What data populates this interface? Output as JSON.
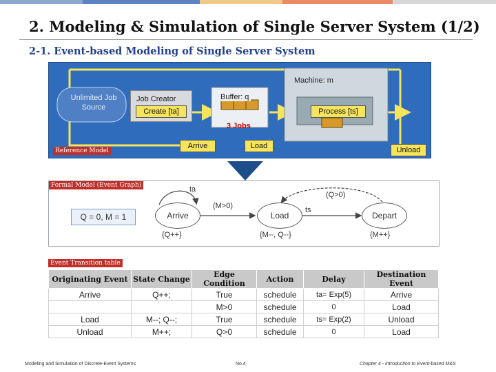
{
  "colors": {
    "topbar": [
      "#8aa8d0",
      "#5b84c0",
      "#f0c88a",
      "#e88a6a",
      "#d7d7d7"
    ],
    "subtitle": "#1f3f8f",
    "tag_background": "#c0302a",
    "reference_model_background": "#2f6cbc",
    "table_header": "#c9c9c9"
  },
  "slide": {
    "title": "2. Modeling & Simulation of Single Server System (1/2)",
    "subtitle": "2-1. Event-based Modeling of Single Server System"
  },
  "reference_model": {
    "tag": "Reference Model",
    "source": "Unlimited Job Source",
    "creator": "Job Creator",
    "create": "Create [ta]",
    "buffer": "Buffer: q",
    "jobs": "3 Jobs",
    "machine": "Machine: m",
    "process": "Process [ts]",
    "arrive": "Arrive",
    "load": "Load",
    "unload": "Unload"
  },
  "event_graph": {
    "tag": "Formal Model (Event Graph)",
    "init_state": "Q = 0, M = 1",
    "nodes": {
      "arrive": "Arrive",
      "load": "Load",
      "depart": "Depart"
    },
    "edges": {
      "arrive_self_delay": "ta",
      "arrive_load_cond": "(M>0)",
      "load_depart_delay": "ts",
      "depart_load_cond": "(Q>0)"
    },
    "actions": {
      "arrive": "{Q++}",
      "load": "{M--, Q--}",
      "depart": "{M++}"
    }
  },
  "transition_table": {
    "tag": "Event Transition table",
    "headers": [
      "Originating Event",
      "State Change",
      "Edge Condition",
      "Action",
      "Delay",
      "Destination Event"
    ],
    "rows": [
      [
        "Arrive",
        "Q++;",
        "True",
        "schedule",
        "ta= Exp(5)",
        "Arrive"
      ],
      [
        "",
        "",
        "M>0",
        "schedule",
        "0",
        "Load"
      ],
      [
        "Load",
        "M--; Q--;",
        "True",
        "schedule",
        "ts= Exp(2)",
        "Unload"
      ],
      [
        "Unload",
        "M++;",
        "Q>0",
        "schedule",
        "0",
        "Load"
      ]
    ]
  },
  "footer": {
    "left": "Modeling and Simulation of Discrete-Event Systems",
    "center": "No.4",
    "right": "Chapter 4 - Introduction to Event-based M&S"
  }
}
